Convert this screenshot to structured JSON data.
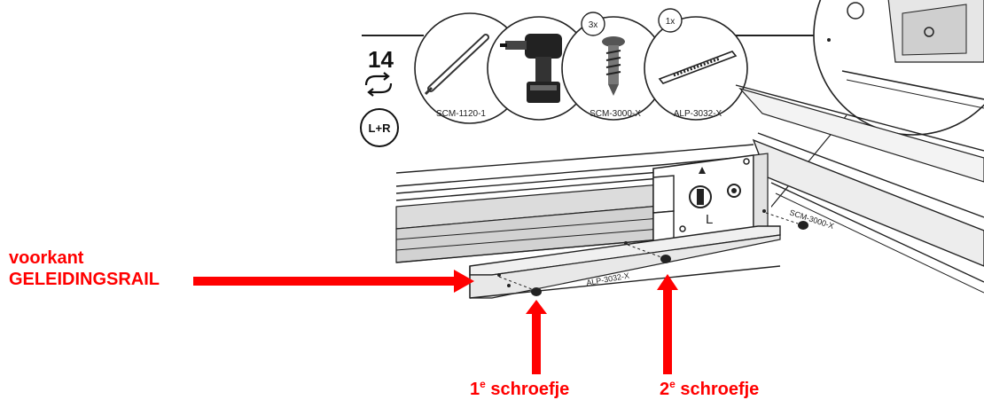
{
  "step": {
    "number": "14",
    "repeat_icon": "repeat-arrows-icon",
    "side_badge": "L+R"
  },
  "tools": [
    {
      "code": "SCM-1120-1",
      "icon": "screwdriver-bit-icon",
      "qty": ""
    },
    {
      "code": "",
      "icon": "cordless-drill-icon",
      "qty": ""
    },
    {
      "code": "SCM-3000-X",
      "icon": "screw-icon",
      "qty": "3x"
    },
    {
      "code": "ALP-3032-X",
      "icon": "rail-part-icon",
      "qty": "1x"
    }
  ],
  "drawing": {
    "screw_label": "SCM-3000-X",
    "bracket_label": "ALP-3032-X",
    "side_letter": "L"
  },
  "annotations": {
    "front_label_line1": "voorkant",
    "front_label_line2": "GELEIDINGSRAIL",
    "screw1_num": "1",
    "screw1_sup": "e",
    "screw1_word": "schroefje",
    "screw2_num": "2",
    "screw2_sup": "e",
    "screw2_word": "schroefje"
  },
  "colors": {
    "annotation_red": "#ff0000",
    "line_dark": "#222222",
    "rail_gray": "#d9d9d9"
  }
}
